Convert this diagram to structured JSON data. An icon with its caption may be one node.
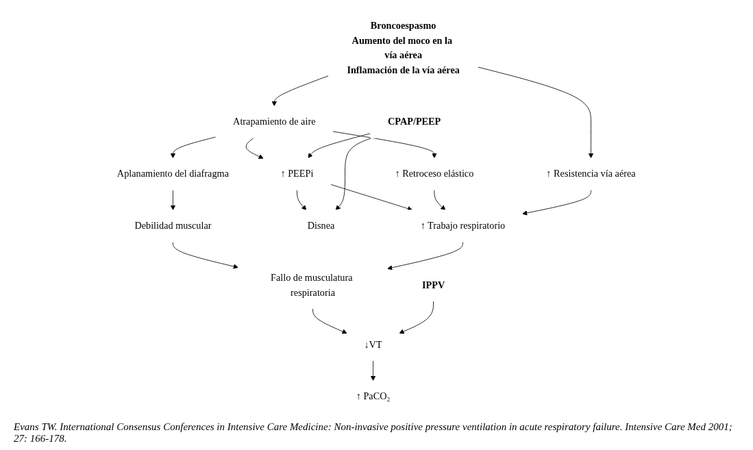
{
  "diagram": {
    "caption": "Evans TW. International Consensus Conferences in Intensive Care Medicine: Non-invasive positive pressure ventilation in acute respiratory failure. Intensive Care Med 2001; 27: 166-178.",
    "nodes": [
      {
        "text": [
          "Broncoespasmo",
          "Aumento del moco en la vía aérea",
          "Inflamación de la vía aérea"
        ]
      },
      {
        "text": [
          "Aplanamiento del diafragma"
        ]
      },
      {
        "text": [
          "Atrapamiento de aire"
        ]
      },
      {
        "text": [
          "↑ Resistencia vía aérea"
        ]
      },
      {
        "text": [
          "↑ PEEPi"
        ]
      },
      {
        "text": [
          "↑ Retroceso elástico"
        ]
      },
      {
        "text": [
          "Debilidad muscular"
        ]
      },
      {
        "text": [
          "Disnea"
        ]
      },
      {
        "text": [
          "↑ Trabajo respiratorio"
        ]
      },
      {
        "text": [
          "CPAP/PEEP"
        ]
      },
      {
        "text": [
          "IPPV"
        ]
      },
      {
        "text": [
          "Fallo de musculatura respiratoria"
        ]
      },
      {
        "text": [
          "↓VT"
        ]
      },
      {
        "text": [
          "↑ PaCO₂"
        ]
      }
    ],
    "edges": [
      {
        "from": 0,
        "to": 2,
        "arrow": "to"
      },
      {
        "from": 0,
        "to": 3,
        "arrow": "to"
      },
      {
        "from": 2,
        "to": 1,
        "arrow": "to"
      },
      {
        "from": 2,
        "to": 4,
        "arrow": "to"
      },
      {
        "from": 2,
        "to": 5,
        "arrow": "to"
      },
      {
        "from": 1,
        "to": 6,
        "arrow": "to"
      },
      {
        "from": 4,
        "to": 7,
        "arrow": "to"
      },
      {
        "from": 4,
        "to": 8,
        "arrow": "to"
      },
      {
        "from": 5,
        "to": 8,
        "arrow": "to"
      },
      {
        "from": 3,
        "to": 8,
        "arrow": "to"
      },
      {
        "from": 9,
        "to": 7,
        "arrow": "to"
      },
      {
        "from": 9,
        "to": 4,
        "arrow": "to"
      },
      {
        "from": 6,
        "to": 11,
        "arrow": "to"
      },
      {
        "from": 8,
        "to": 11,
        "arrow": "to"
      },
      {
        "from": 11,
        "to": 12,
        "arrow": "to"
      },
      {
        "from": 10,
        "to": 12,
        "arrow": "to"
      },
      {
        "from": 12,
        "to": 13,
        "arrow": "to"
      }
    ]
  }
}
